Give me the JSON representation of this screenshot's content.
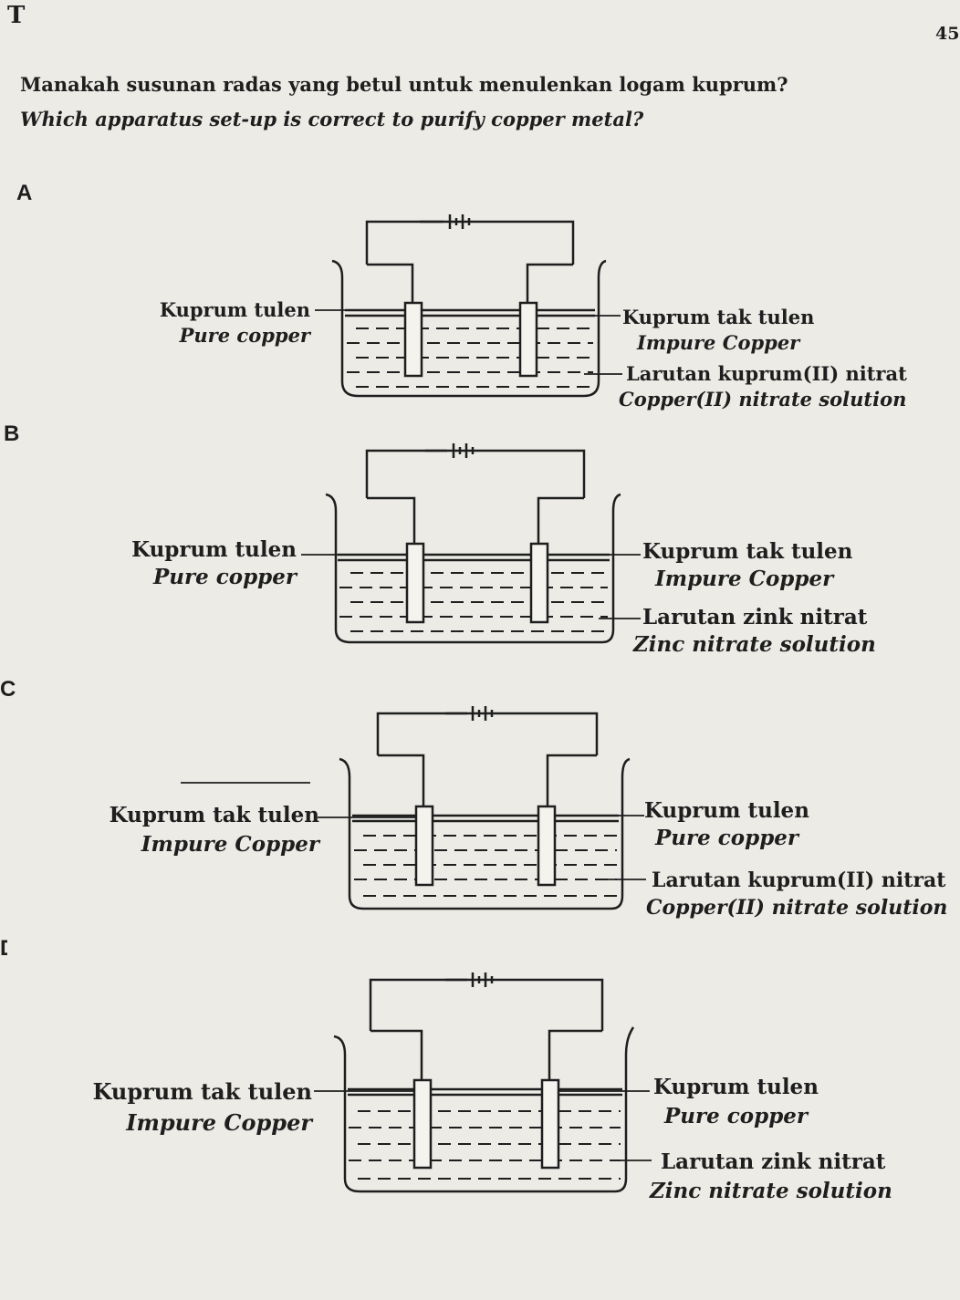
{
  "header": {
    "left_mark": "T",
    "page_number": "45"
  },
  "question": {
    "malay": "Manakah susunan radas yang betul untuk menulenkan logam kuprum?",
    "english": "Which apparatus set-up is correct to purify copper metal?"
  },
  "options": [
    {
      "letter": "A",
      "left_ms": "Kuprum tulen",
      "left_en": "Pure copper",
      "right_top_ms": "Kuprum tak tulen",
      "right_top_en": "Impure Copper",
      "right_bot_ms": "Larutan kuprum(II) nitrat",
      "right_bot_en": "Copper(II) nitrate solution"
    },
    {
      "letter": "B",
      "left_ms": "Kuprum tulen",
      "left_en": "Pure copper",
      "right_top_ms": "Kuprum tak tulen",
      "right_top_en": "Impure Copper",
      "right_bot_ms": "Larutan zink nitrat",
      "right_bot_en": "Zinc nitrate solution"
    },
    {
      "letter": "C",
      "left_ms": "Kuprum tak tulen",
      "left_en": "Impure Copper",
      "right_top_ms": "Kuprum tulen",
      "right_top_en": "Pure copper",
      "right_bot_ms": "Larutan kuprum(II) nitrat",
      "right_bot_en": "Copper(II) nitrate solution"
    },
    {
      "letter": "D",
      "left_ms": "Kuprum tak tulen",
      "left_en": "Impure Copper",
      "right_top_ms": "Kuprum tulen",
      "right_top_en": "Pure copper",
      "right_bot_ms": "Larutan zink nitrat",
      "right_bot_en": "Zinc nitrate solution"
    }
  ]
}
